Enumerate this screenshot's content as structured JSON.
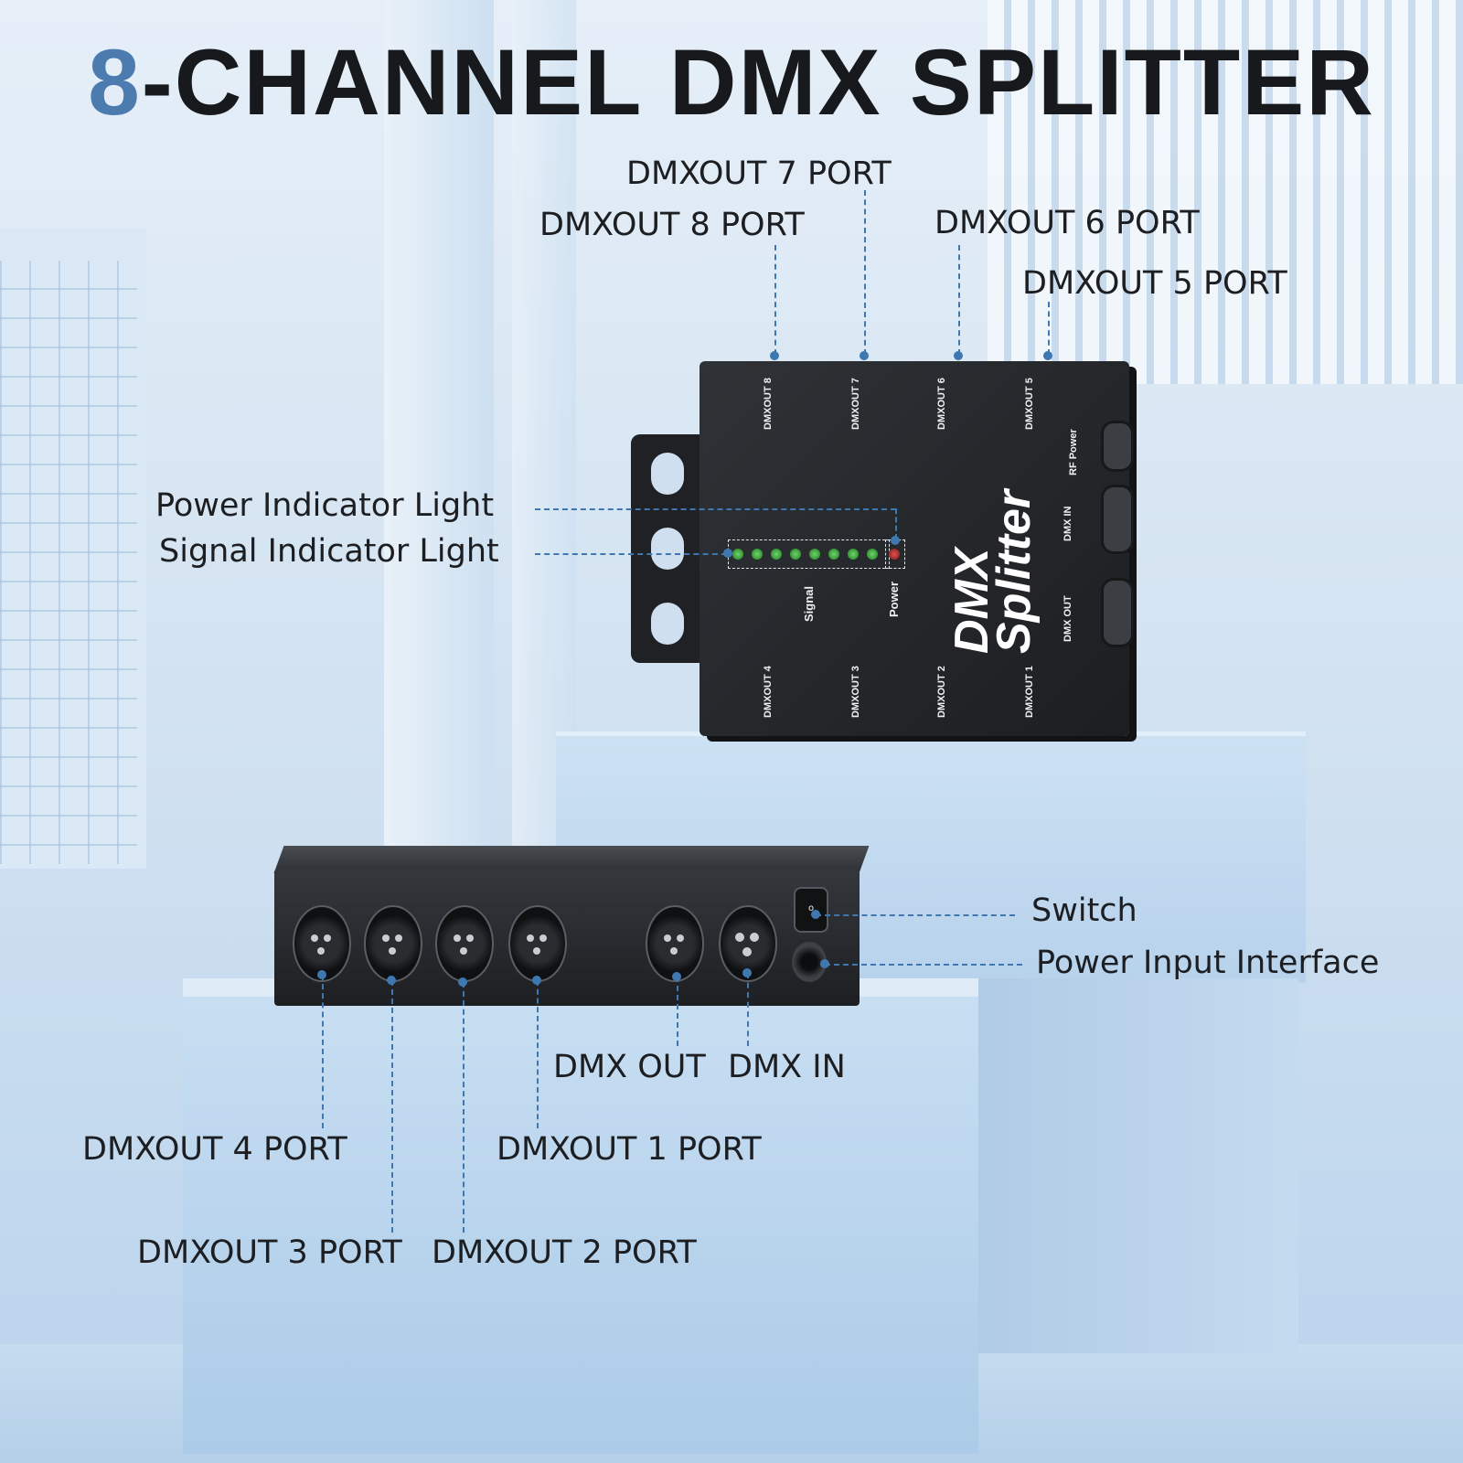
{
  "title": {
    "accent": "8",
    "rest": "-CHANNEL DMX SPLITTER"
  },
  "top_device": {
    "brand_line1": "DMX",
    "brand_line2": "Splitter",
    "silk": {
      "out8": "DMXOUT 8",
      "out7": "DMXOUT 7",
      "out6": "DMXOUT 6",
      "out5": "DMXOUT 5",
      "out4": "DMXOUT 4",
      "out3": "DMXOUT 3",
      "out2": "DMXOUT 2",
      "out1": "DMXOUT 1",
      "rf_power": "RF Power",
      "dmx_in": "DMX IN",
      "dmx_out": "DMX OUT",
      "signal": "Signal",
      "power": "Power"
    }
  },
  "bottom_device": {
    "switch_mark": "o"
  },
  "callouts": {
    "dmxout7": "DMXOUT 7 PORT",
    "dmxout8": "DMXOUT 8 PORT",
    "dmxout6": "DMXOUT 6 PORT",
    "dmxout5": "DMXOUT 5 PORT",
    "power_indicator": "Power Indicator Light",
    "signal_indicator": "Signal Indicator Light",
    "switch": "Switch",
    "power_input": "Power Input Interface",
    "dmx_out": "DMX OUT",
    "dmx_in": "DMX IN",
    "dmxout4": "DMXOUT 4 PORT",
    "dmxout1": "DMXOUT 1 PORT",
    "dmxout3": "DMXOUT 3 PORT",
    "dmxout2": "DMXOUT 2 PORT"
  },
  "colors": {
    "accent": "#4c7bb0",
    "leader": "#3f78b0",
    "text": "#1c1e21"
  }
}
